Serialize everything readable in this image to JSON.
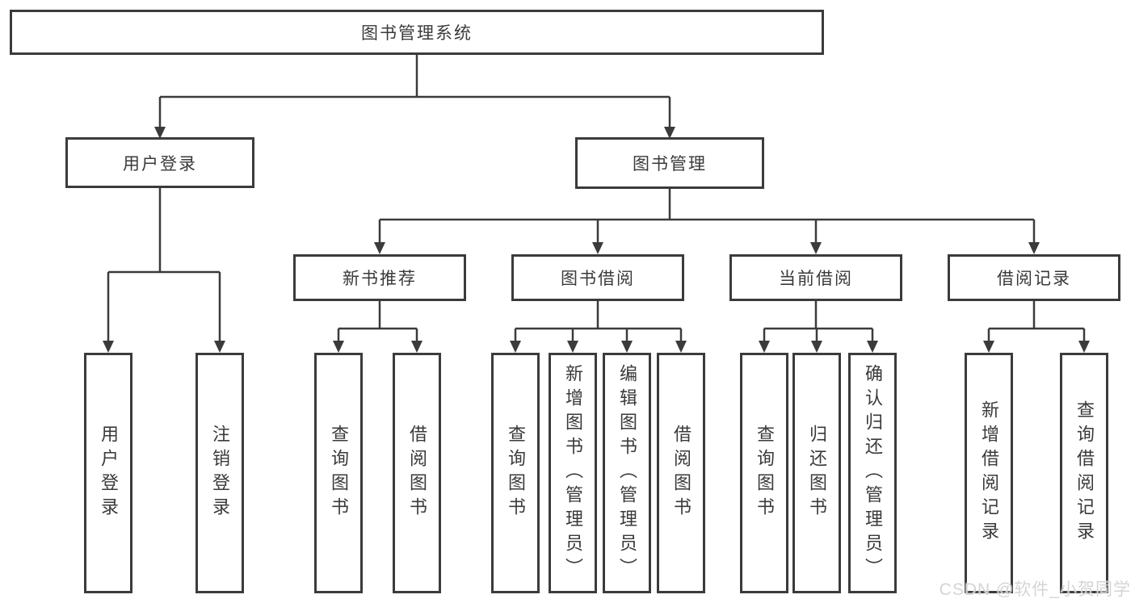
{
  "diagram": {
    "root": "图书管理系统",
    "level2": {
      "user_login": "用户登录",
      "book_mgmt": "图书管理"
    },
    "level3": {
      "new_book_rec": "新书推荐",
      "book_borrow": "图书借阅",
      "current_borrow": "当前借阅",
      "borrow_record": "借阅记录"
    },
    "leaves": {
      "user_login": "用户登录",
      "logout": "注销登录",
      "rec_query_book": "查询图书",
      "rec_borrow_book": "借阅图书",
      "bor_query_book": "查询图书",
      "bor_add_book": "新增图书（管理员）",
      "bor_edit_book": "编辑图书（管理员）",
      "bor_borrow_book": "借阅图书",
      "cur_query_book": "查询图书",
      "cur_return_book": "归还图书",
      "cur_confirm_return": "确认归还（管理员）",
      "rec2_add_record": "新增借阅记录",
      "rec2_query_record": "查询借阅记录"
    }
  },
  "watermark": {
    "text": "CSDN @软件_小贺同学"
  },
  "colors": {
    "line": "#3b3b3b",
    "text": "#3a3a3a",
    "background": "#ffffff",
    "watermark": "#d2d2d2"
  }
}
